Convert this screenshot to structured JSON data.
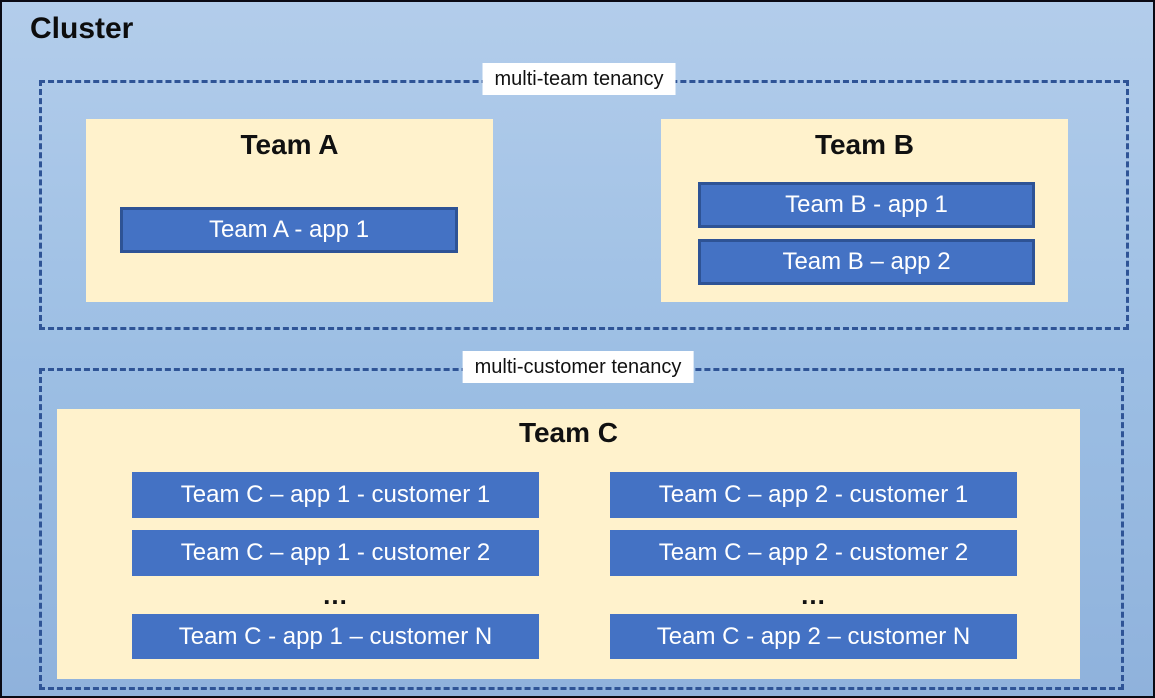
{
  "cluster": {
    "title": "Cluster"
  },
  "multi_team": {
    "label": "multi-team tenancy",
    "teams": [
      {
        "name": "Team A",
        "apps": [
          "Team A - app 1"
        ]
      },
      {
        "name": "Team B",
        "apps": [
          "Team B - app 1",
          "Team B – app 2"
        ]
      }
    ]
  },
  "multi_customer": {
    "label": "multi-customer tenancy",
    "team": {
      "name": "Team C",
      "columns": [
        {
          "rows": [
            "Team C – app 1 - customer 1",
            "Team C – app 1 - customer 2"
          ],
          "ellipsis": "...",
          "last_row": "Team C - app 1 – customer N"
        },
        {
          "rows": [
            "Team C – app 2 - customer 1",
            "Team C – app 2 - customer 2"
          ],
          "ellipsis": "...",
          "last_row": "Team C - app 2 – customer N"
        }
      ]
    }
  },
  "colors": {
    "background_top": "#B3CDEB",
    "background_bottom": "#8FB2DC",
    "panel_fill": "#FFF2CC",
    "app_fill": "#4472C4",
    "app_border": "#2E5395",
    "dashed_border": "#2F5496",
    "outer_border": "#0A0A14",
    "app_text": "#FFFFFF",
    "title_text": "#111111",
    "label_background": "#FFFFFF"
  }
}
